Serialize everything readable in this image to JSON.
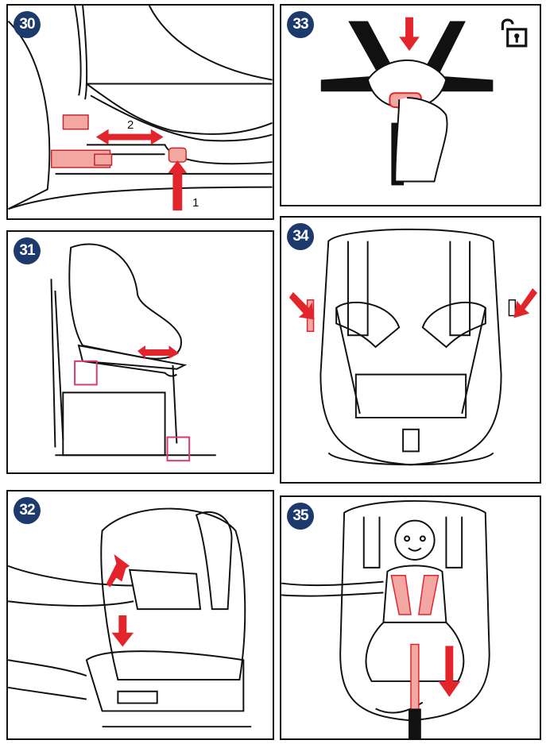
{
  "steps": [
    {
      "number": "30",
      "labels": {
        "push": "1",
        "slide": "2"
      }
    },
    {
      "number": "31"
    },
    {
      "number": "32"
    },
    {
      "number": "33",
      "icon": "unlock-icon"
    },
    {
      "number": "34"
    },
    {
      "number": "35"
    }
  ],
  "colors": {
    "accent": "#e3242b",
    "badge": "#1c3a6b",
    "highlight": "#f2a7a3",
    "frame": "#d63b6b"
  }
}
